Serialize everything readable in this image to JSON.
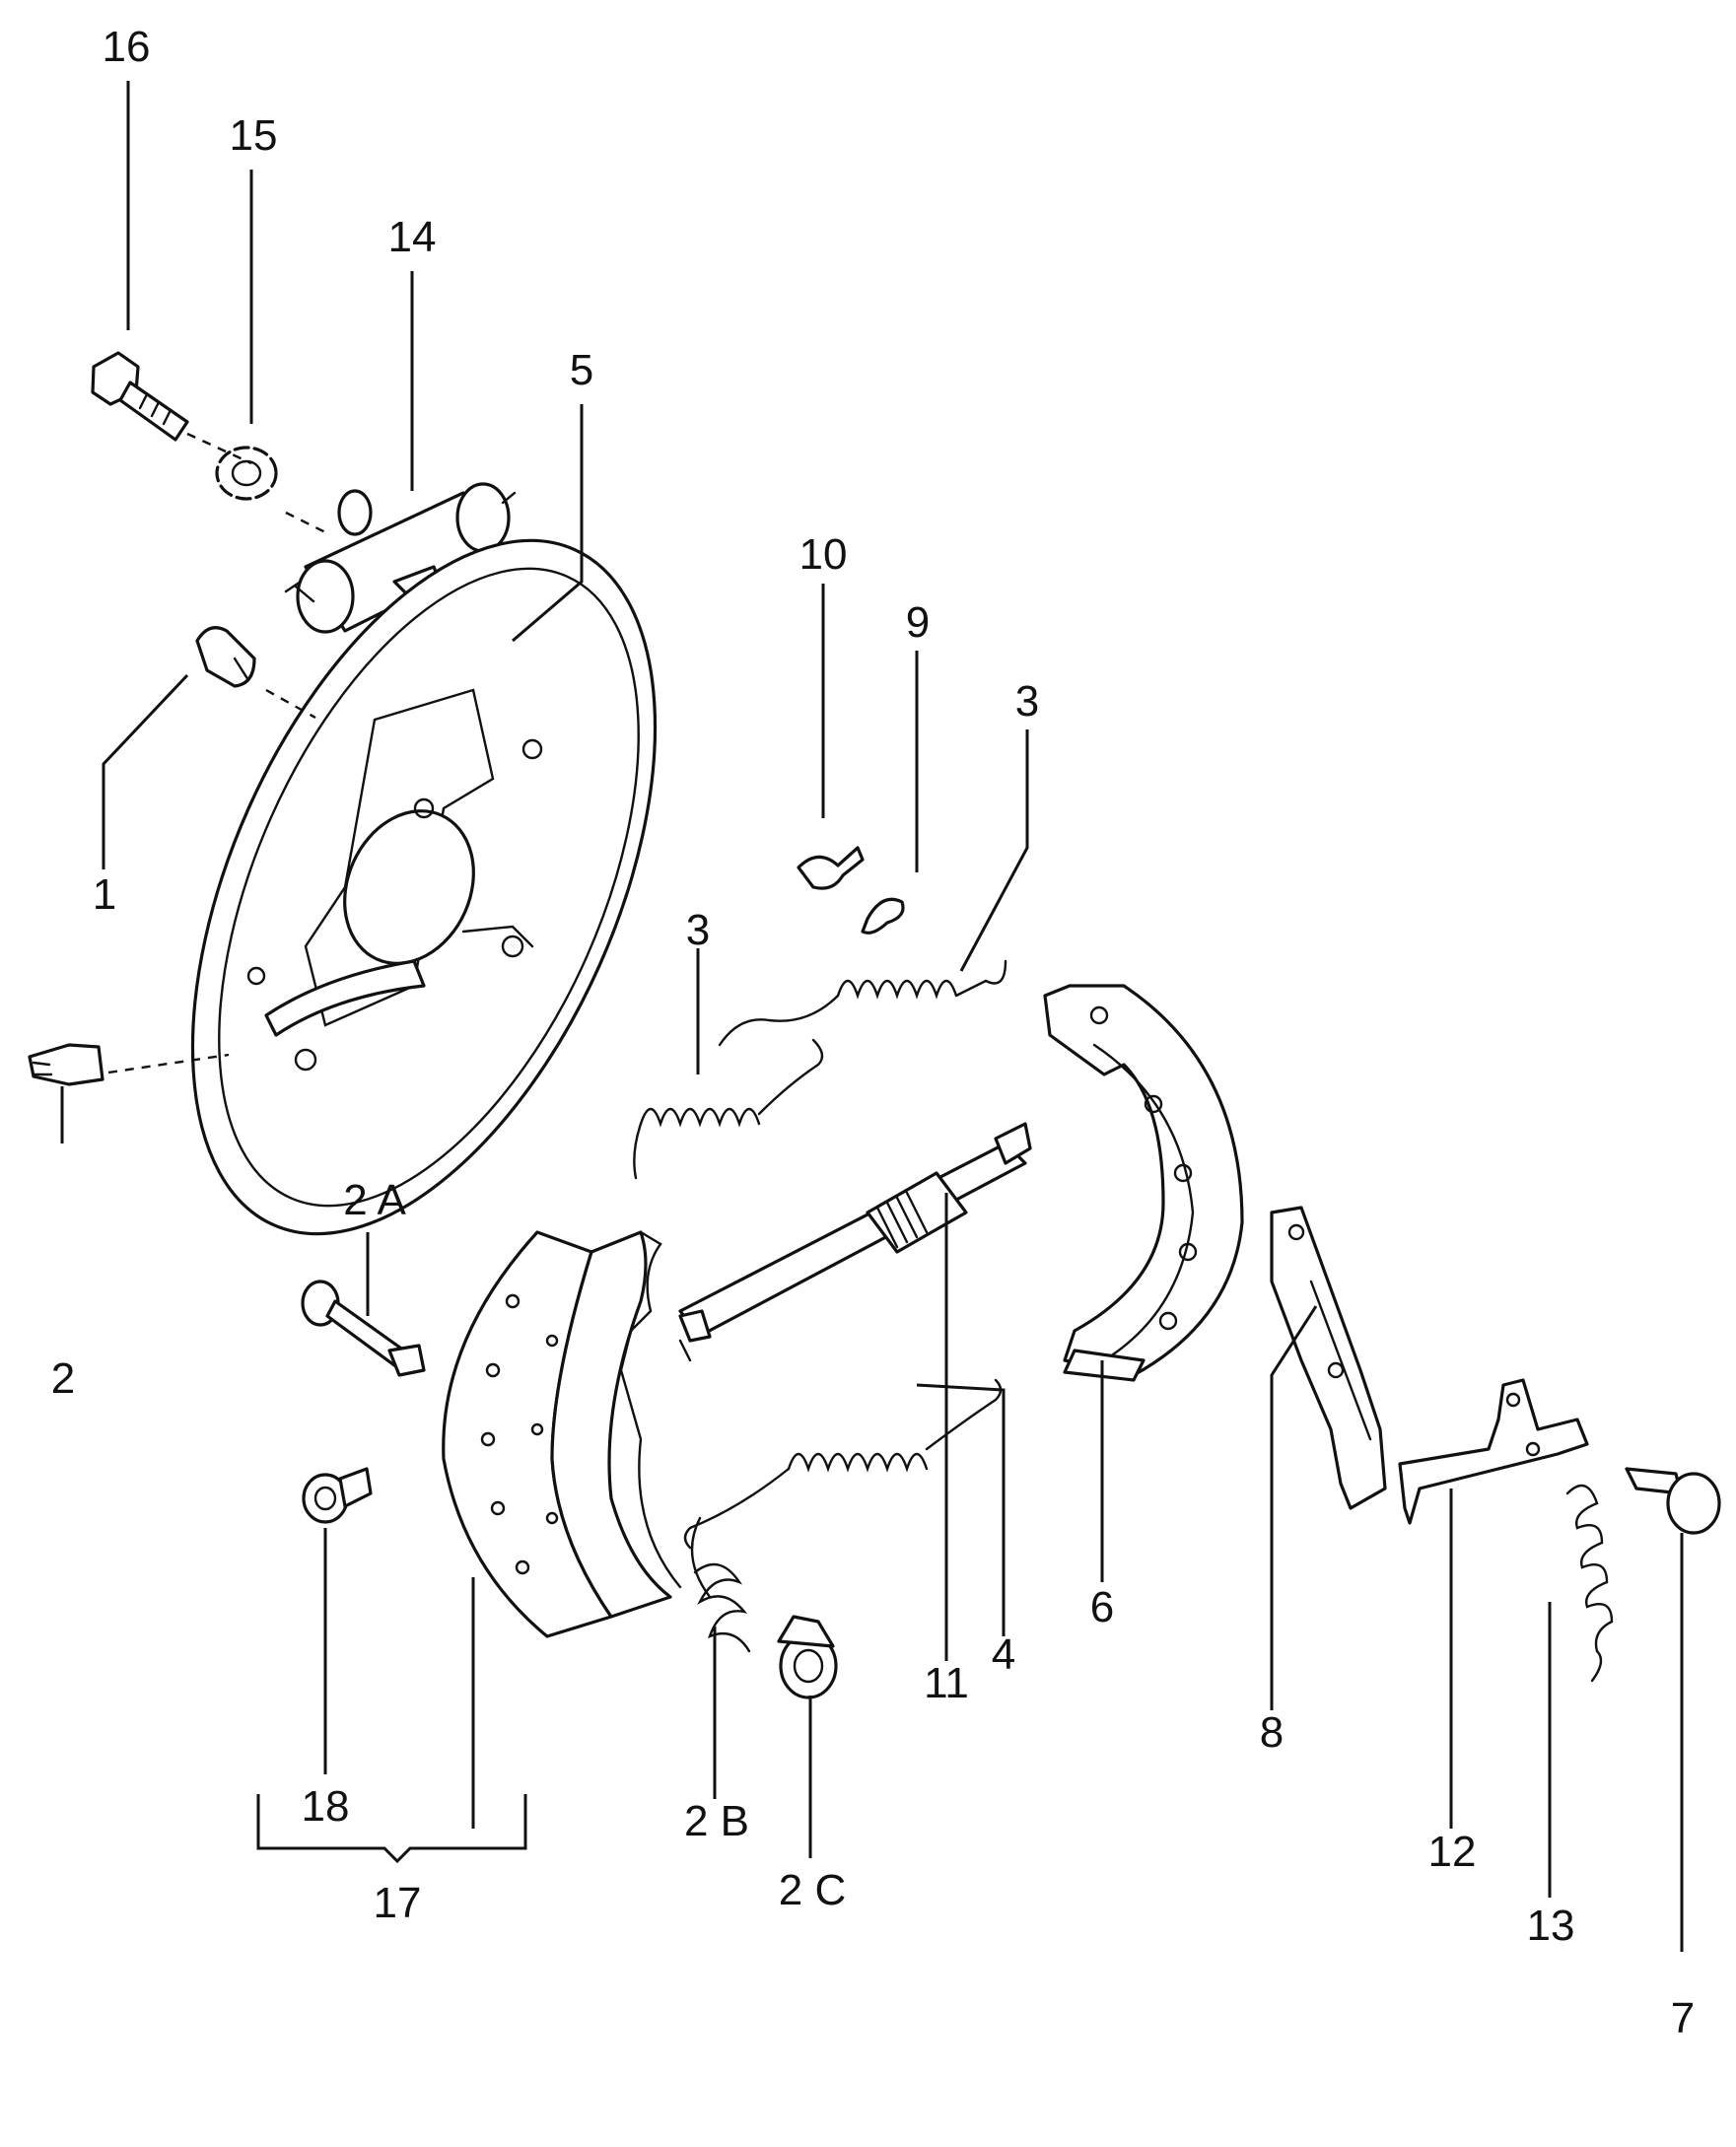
{
  "callouts": {
    "c1": "1",
    "c2": "2",
    "c2a": "2 A",
    "c2b": "2 B",
    "c2c": "2 C",
    "c3a": "3",
    "c3b": "3",
    "c4": "4",
    "c5": "5",
    "c6": "6",
    "c7": "7",
    "c8": "8",
    "c9": "9",
    "c10": "10",
    "c11": "11",
    "c12": "12",
    "c13": "13",
    "c14": "14",
    "c15": "15",
    "c16": "16",
    "c17": "17",
    "c18": "18"
  }
}
